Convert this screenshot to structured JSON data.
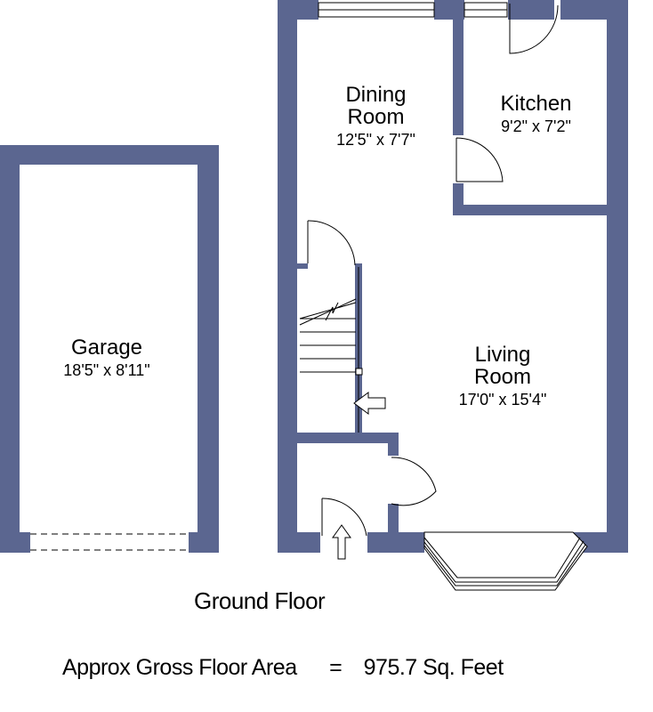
{
  "plan": {
    "title": "Ground Floor",
    "wall_color": "#5b6690",
    "rooms": [
      {
        "name": "Dining\nRoom",
        "name_lines": [
          "Dining",
          "Room"
        ],
        "dims": "12'5\" x  7'7\""
      },
      {
        "name": "Kitchen",
        "name_lines": [
          "Kitchen"
        ],
        "dims": "9'2\"  x  7'2\""
      },
      {
        "name": "Living\nRoom",
        "name_lines": [
          "Living",
          "Room"
        ],
        "dims": "17'0\" x 15'4\""
      },
      {
        "name": "Garage",
        "name_lines": [
          "Garage"
        ],
        "dims": "18'5\" x 8'11\""
      }
    ]
  },
  "area": {
    "label": "Approx Gross Floor Area",
    "equals": "=",
    "value": "975.7 Sq. Feet"
  }
}
